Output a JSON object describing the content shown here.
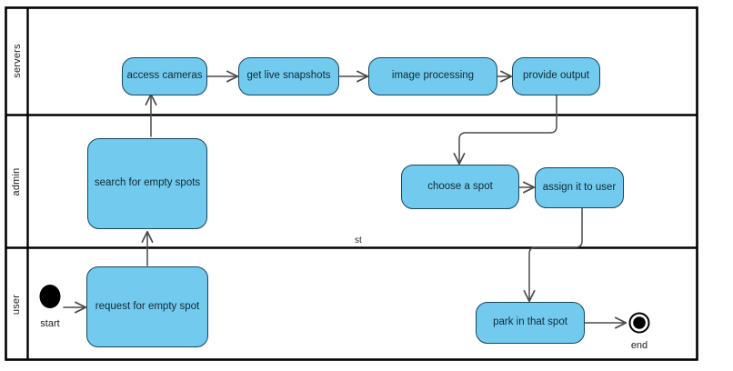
{
  "diagram": {
    "type": "uml-activity-swimlane",
    "title": "",
    "stray_text": "st",
    "colors": {
      "node_fill": "#72caee",
      "node_stroke": "#17445c",
      "frame_stroke": "#000000",
      "edge_stroke": "#4a4a4a",
      "text": "#102a33",
      "background": "#ffffff"
    },
    "lanes": [
      {
        "id": "servers",
        "label": "servers"
      },
      {
        "id": "admin",
        "label": "admin"
      },
      {
        "id": "user",
        "label": "user"
      }
    ],
    "nodes": [
      {
        "id": "access-cameras",
        "label": "access cameras",
        "lane": "servers",
        "shape": "rounded-rect"
      },
      {
        "id": "get-live-snapshots",
        "label": "get live snapshots",
        "lane": "servers",
        "shape": "rounded-rect"
      },
      {
        "id": "image-processing",
        "label": "image processing",
        "lane": "servers",
        "shape": "rounded-rect"
      },
      {
        "id": "provide-output",
        "label": "provide output",
        "lane": "servers",
        "shape": "rounded-rect"
      },
      {
        "id": "search-empty-spots",
        "label": "search for empty spots",
        "lane": "admin",
        "shape": "rounded-rect"
      },
      {
        "id": "choose-a-spot",
        "label": "choose a spot",
        "lane": "admin",
        "shape": "rounded-rect"
      },
      {
        "id": "assign-it-to-user",
        "label": "assign it to user",
        "lane": "admin",
        "shape": "rounded-rect"
      },
      {
        "id": "request-empty-spot",
        "label": "request for empty spot",
        "lane": "user",
        "shape": "rounded-rect"
      },
      {
        "id": "park-in-that-spot",
        "label": "park in that spot",
        "lane": "user",
        "shape": "rounded-rect"
      }
    ],
    "markers": [
      {
        "id": "start-node",
        "label": "start",
        "kind": "initial-node",
        "lane": "user"
      },
      {
        "id": "end-node",
        "label": "end",
        "kind": "final-node",
        "lane": "user"
      }
    ],
    "edges": [
      {
        "from": "start-node",
        "to": "request-empty-spot"
      },
      {
        "from": "request-empty-spot",
        "to": "search-empty-spots"
      },
      {
        "from": "search-empty-spots",
        "to": "access-cameras"
      },
      {
        "from": "access-cameras",
        "to": "get-live-snapshots"
      },
      {
        "from": "get-live-snapshots",
        "to": "image-processing"
      },
      {
        "from": "image-processing",
        "to": "provide-output"
      },
      {
        "from": "provide-output",
        "to": "choose-a-spot"
      },
      {
        "from": "choose-a-spot",
        "to": "assign-it-to-user"
      },
      {
        "from": "assign-it-to-user",
        "to": "park-in-that-spot"
      },
      {
        "from": "park-in-that-spot",
        "to": "end-node"
      }
    ]
  }
}
